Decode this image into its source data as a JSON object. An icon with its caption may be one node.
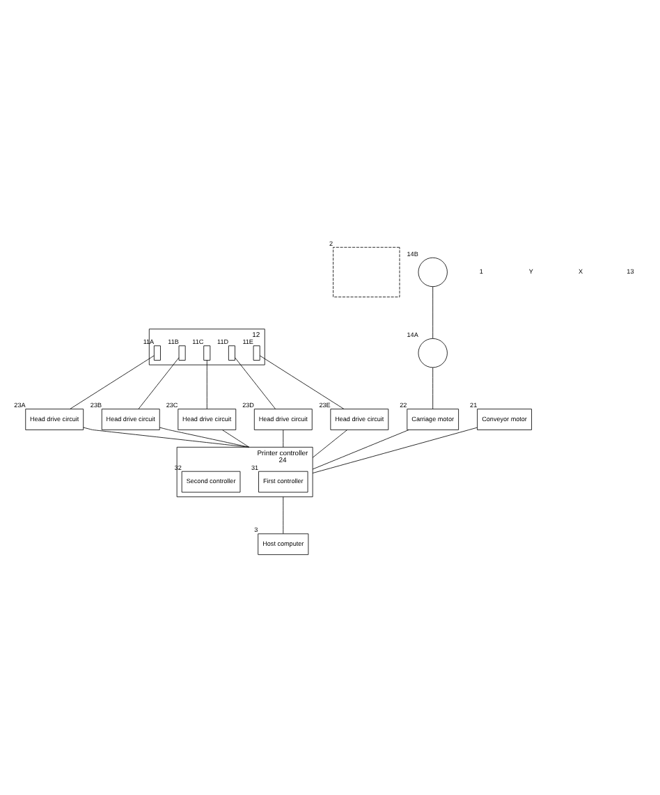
{
  "diagram": {
    "nodes": [
      {
        "text": [],
        "shape": "box",
        "beside": [
          "2"
        ]
      },
      {
        "text": [],
        "shape": "box",
        "beside": [
          "12"
        ]
      },
      {
        "text": [],
        "shape": "box",
        "in": 1,
        "beside": [
          "11A"
        ]
      },
      {
        "text": [],
        "shape": "box",
        "in": 1,
        "beside": [
          "11B"
        ]
      },
      {
        "text": [],
        "shape": "box",
        "in": 1,
        "beside": [
          "11C"
        ]
      },
      {
        "text": [],
        "shape": "box",
        "in": 1,
        "beside": [
          "11D"
        ]
      },
      {
        "text": [],
        "shape": "box",
        "in": 1,
        "beside": [
          "11E"
        ]
      },
      {
        "text": [],
        "shape": "circle",
        "beside": [
          "14B"
        ]
      },
      {
        "text": [],
        "shape": "circle",
        "beside": [
          "14A"
        ]
      },
      {
        "text": [
          "Carriage motor"
        ],
        "beside": [
          "22"
        ]
      },
      {
        "text": [
          "Conveyor motor"
        ],
        "beside": [
          "21"
        ]
      },
      {
        "text": [
          "Head drive circuit"
        ],
        "beside": [
          "23A"
        ]
      },
      {
        "text": [
          "Head drive circuit"
        ],
        "beside": [
          "23B"
        ]
      },
      {
        "text": [
          "Head drive circuit"
        ],
        "beside": [
          "23C"
        ]
      },
      {
        "text": [
          "Head drive circuit"
        ],
        "beside": [
          "23D"
        ]
      },
      {
        "text": [
          "Head drive circuit"
        ],
        "beside": [
          "23E"
        ]
      },
      {
        "text": [
          "Printer controller"
        ],
        "beside": [
          "24"
        ]
      },
      {
        "text": [
          "First controller"
        ],
        "in": 16,
        "beside": [
          "31"
        ]
      },
      {
        "text": [
          "Second controller"
        ],
        "in": 16,
        "beside": [
          "32"
        ]
      },
      {
        "text": [
          "Host computer"
        ],
        "beside": [
          "3"
        ]
      }
    ],
    "edges": [
      {
        "from": 7,
        "to": 8,
        "arrow": "none"
      },
      {
        "from": 8,
        "to": 9,
        "arrow": "none"
      },
      {
        "from": 2,
        "to": 11,
        "arrow": "none"
      },
      {
        "from": 3,
        "to": 12,
        "arrow": "none"
      },
      {
        "from": 4,
        "to": 13,
        "arrow": "none"
      },
      {
        "from": 5,
        "to": 14,
        "arrow": "none"
      },
      {
        "from": 6,
        "to": 15,
        "arrow": "none"
      },
      {
        "from": 10,
        "to": 16,
        "arrow": "none"
      },
      {
        "from": 11,
        "to": 16,
        "arrow": "none"
      },
      {
        "from": 12,
        "to": 16,
        "arrow": "none"
      },
      {
        "from": 13,
        "to": 16,
        "arrow": "none"
      },
      {
        "from": 14,
        "to": 16,
        "arrow": "none"
      },
      {
        "from": 15,
        "to": 16,
        "arrow": "none"
      },
      {
        "from": 9,
        "to": 16,
        "arrow": "none"
      },
      {
        "from": 16,
        "to": 19,
        "arrow": "none"
      }
    ],
    "labels": [
      "1",
      "Y",
      "X",
      "13"
    ]
  }
}
